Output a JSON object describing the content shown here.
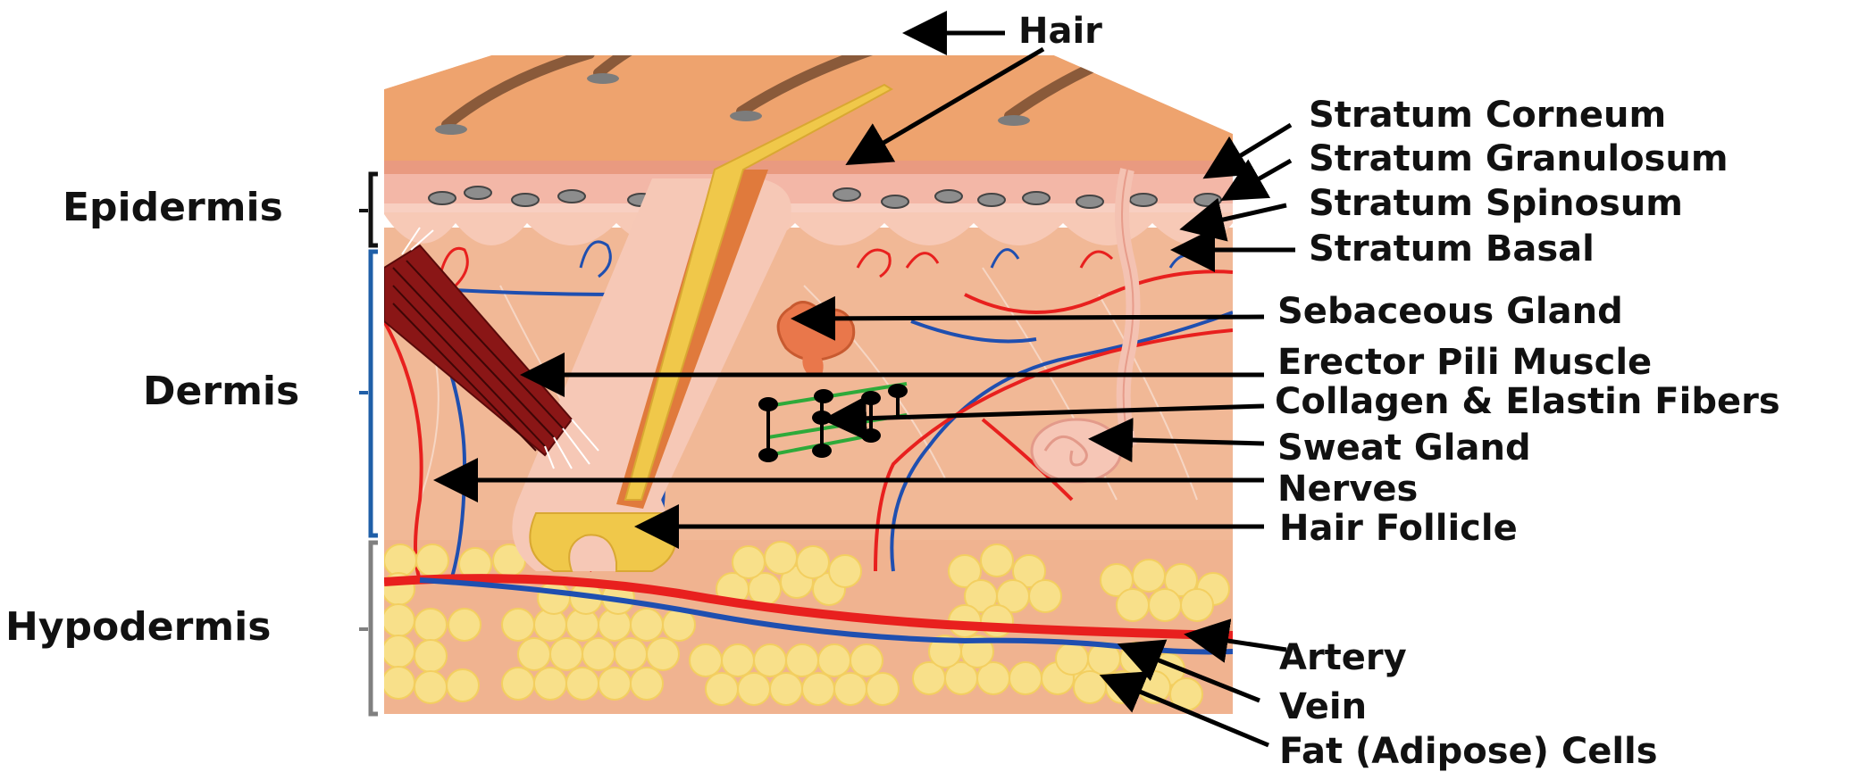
{
  "layers": {
    "epidermis": "Epidermis",
    "dermis": "Dermis",
    "hypodermis": "Hypodermis"
  },
  "labels": {
    "hair": "Hair",
    "stratum_corneum": "Stratum Corneum",
    "stratum_granulosum": "Stratum Granulosum",
    "stratum_spinosum": "Stratum Spinosum",
    "stratum_basal": "Stratum Basal",
    "sebaceous_gland": "Sebaceous Gland",
    "erector_pili_muscle": "Erector Pili Muscle",
    "collagen_elastin": "Collagen & Elastin Fibers",
    "sweat_gland": "Sweat Gland",
    "nerves": "Nerves",
    "hair_follicle": "Hair Follicle",
    "artery": "Artery",
    "vein": "Vein",
    "fat_cells": "Fat (Adipose) Cells"
  },
  "colors": {
    "epidermis_bracket": "#111111",
    "dermis_bracket": "#1f5fa8",
    "hypodermis_bracket": "#808080",
    "skin_surface": "#eea36e",
    "dermis_fill": "#f1b896",
    "artery": "#e8201e",
    "vein": "#1f4fb0",
    "fat": "#f8e08a",
    "hair_shaft": "#f0c84a",
    "muscle": "#8a1616"
  }
}
